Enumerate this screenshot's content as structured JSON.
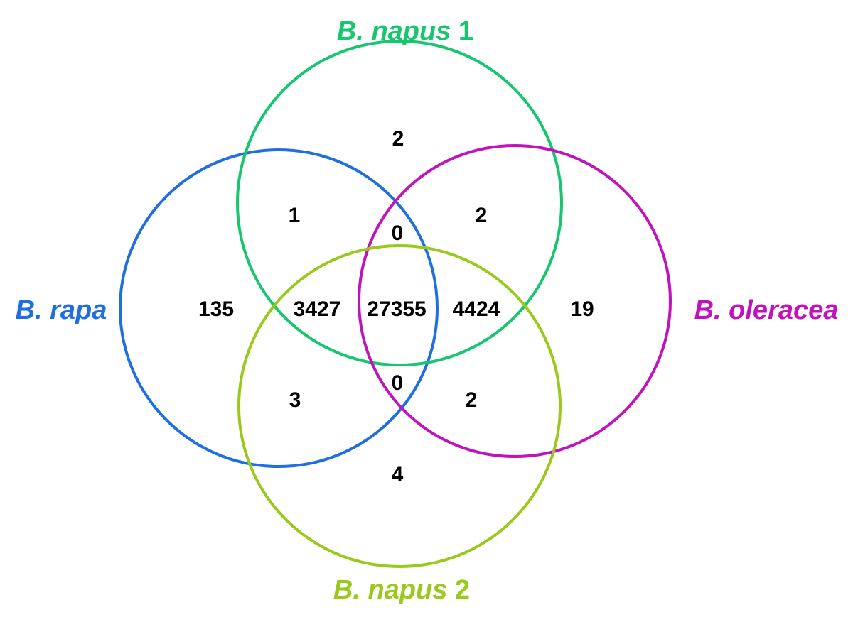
{
  "sets": {
    "rapa": {
      "name_italic": "B. rapa",
      "name_suffix": "",
      "color": "#1f6fe0"
    },
    "napus1": {
      "name_italic": "B. napus",
      "name_suffix": " 1",
      "color": "#17c76e"
    },
    "oleracea": {
      "name_italic": "B. oleracea",
      "name_suffix": "",
      "color": "#c212be"
    },
    "napus2": {
      "name_italic": "B. napus",
      "name_suffix": " 2",
      "color": "#9ac91b"
    }
  },
  "regions": {
    "napus1_only": "2",
    "rapa_napus1": "1",
    "rapa_napus1_oleracea": "0",
    "napus1_oleracea": "2",
    "rapa_only": "135",
    "rapa_napus1_napus2": "3427",
    "all_four": "27355",
    "napus1_oleracea_napus2": "4424",
    "oleracea_only": "19",
    "rapa_napus2": "3",
    "rapa_oleracea_napus2": "0",
    "oleracea_napus2": "2",
    "napus2_only": "4"
  }
}
